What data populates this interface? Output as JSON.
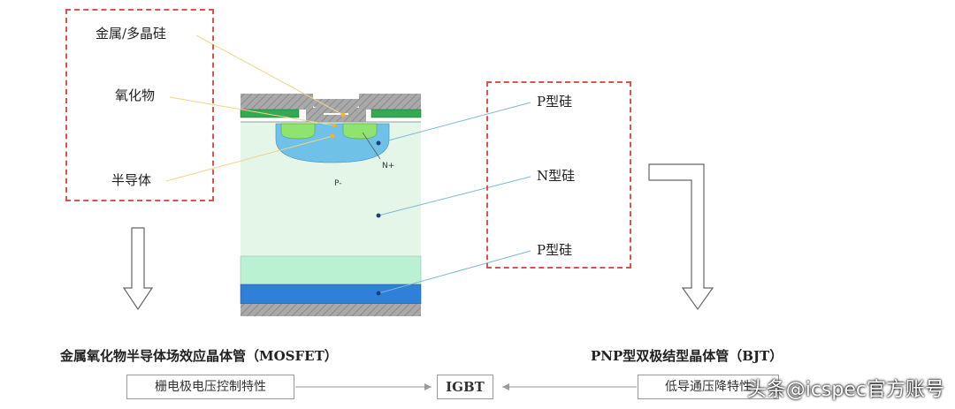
{
  "labels": {
    "metal_poly": "金属/多晶硅",
    "oxide": "氧化物",
    "semiconductor": "半导体",
    "p_si_top": "P型硅",
    "n_si": "N型硅",
    "p_si_bottom": "P型硅",
    "n_plus": "N+",
    "p_minus": "P-"
  },
  "captions": {
    "mosfet": "金属氧化物半导体场效应晶体管（MOSFET）",
    "bjt": "PNP型双极结型晶体管（BJT）"
  },
  "tags": {
    "left": "栅电极电压控制特性",
    "center": "IGBT",
    "right": "低导通压降特性"
  },
  "watermark": "头条@icspec官方账号",
  "colors": {
    "dashed_box": "#d9534f",
    "metal": "#a6a6a6",
    "oxide": "#3aa655",
    "p_region": "#6fc1e8",
    "n_plus": "#7ee06a",
    "n_drift": "#e3f6e8",
    "buffer": "#b7f0cf",
    "p_collector": "#2e7fd6",
    "leader": "#e8c46b"
  }
}
